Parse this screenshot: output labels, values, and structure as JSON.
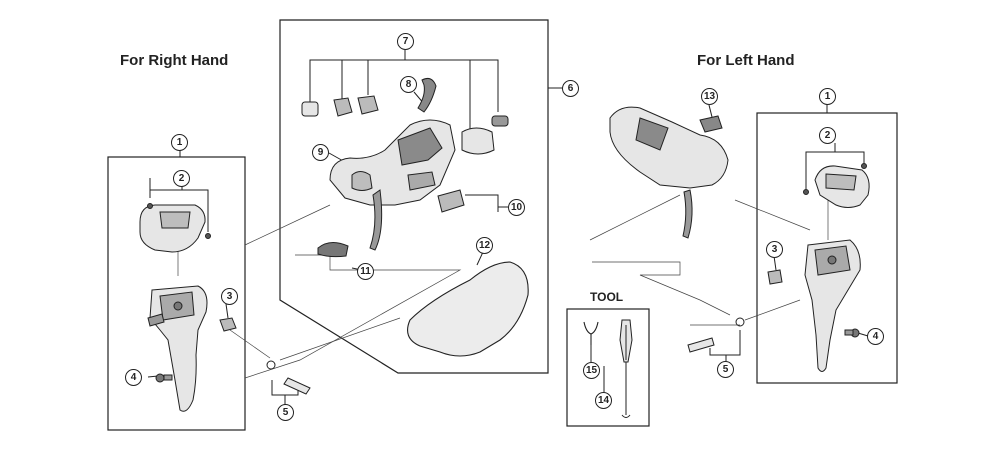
{
  "headings": {
    "right_hand": "For Right Hand",
    "left_hand": "For Left Hand",
    "tool": "TOOL"
  },
  "callouts": {
    "c1": "1",
    "c2": "2",
    "c3": "3",
    "c4": "4",
    "c5": "5",
    "c6": "6",
    "c7": "7",
    "c8": "8",
    "c9": "9",
    "c10": "10",
    "c11": "11",
    "c12": "12",
    "c13": "13",
    "c14": "14",
    "c15": "15"
  },
  "colors": {
    "line": "#222222",
    "part_fill": "#e6e6e6",
    "part_dark": "#8a8a8a"
  }
}
